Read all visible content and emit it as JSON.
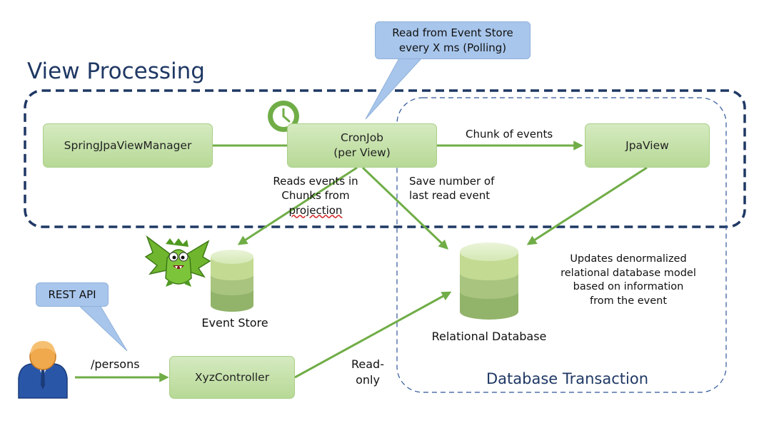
{
  "title": "View Processing",
  "nodes": {
    "spring_manager": "SpringJpaViewManager",
    "cronjob": "CronJob",
    "cronjob_sub": "(per View)",
    "jpaview": "JpaView",
    "xyz_controller": "XyzController"
  },
  "callouts": {
    "polling_line1": "Read from Event Store",
    "polling_line2": "every X ms (Polling)",
    "rest_api": "REST API"
  },
  "stores": {
    "event_store": "Event Store",
    "relational_db": "Relational Database"
  },
  "edge_labels": {
    "chunk_of_events": "Chunk of events",
    "reads_line1": "Reads events in",
    "reads_line2": "Chunks from",
    "reads_line3": "projection",
    "save_line1": "Save number of",
    "save_line2": "last read event",
    "persons": "/persons",
    "read_only_line1": "Read-",
    "read_only_line2": "only"
  },
  "annotation": {
    "line1": "Updates denormalized",
    "line2": "relational database model",
    "line3": "based on information",
    "line4": "from the event"
  },
  "transaction_label": "Database Transaction",
  "icons": [
    "clock-icon",
    "dragon-mascot-icon",
    "user-icon",
    "database-icon"
  ],
  "colors": {
    "frame": "#1f3864",
    "box_fill": "#c6e0b0",
    "arrow": "#70ad47",
    "callout": "#a8c6ec"
  }
}
